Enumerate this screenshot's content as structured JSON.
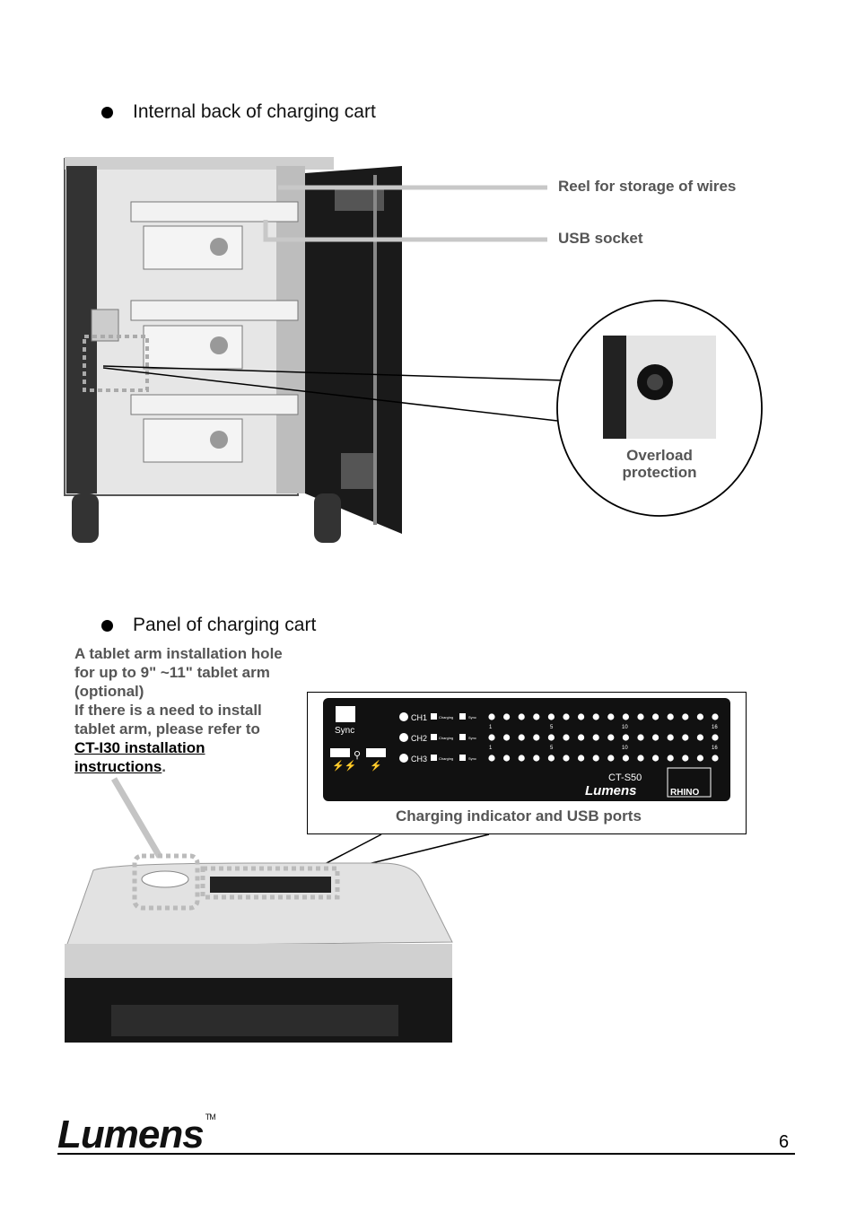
{
  "section1": {
    "heading": "Internal back of charging cart"
  },
  "callouts": {
    "reel": "Reel for storage of wires",
    "usb_socket": "USB socket",
    "overload_line1": "Overload",
    "overload_line2": "protection"
  },
  "section2": {
    "heading": "Panel of charging cart"
  },
  "note": {
    "line1": "A tablet arm installation hole",
    "line2": "for up to 9\" ~11\" tablet arm",
    "line3": "(optional)",
    "line4": "If there is a need to install",
    "line5": "tablet arm, please refer to",
    "link_line1": "CT-I30 installation",
    "link_line2": "instructions",
    "period": "."
  },
  "panel": {
    "sync_label": "Sync",
    "channels": [
      "CH1",
      "CH2",
      "CH3"
    ],
    "charging_label": "Charging",
    "sync_small": "Sync",
    "port_numbers": [
      "1",
      "5",
      "10",
      "16"
    ],
    "model": "CT-S50",
    "brand": "Lumens",
    "rhino_label": "RHINO",
    "caption": "Charging indicator and USB ports"
  },
  "footer": {
    "brand": "Lumens",
    "tm": "TM",
    "page_number": "6"
  }
}
